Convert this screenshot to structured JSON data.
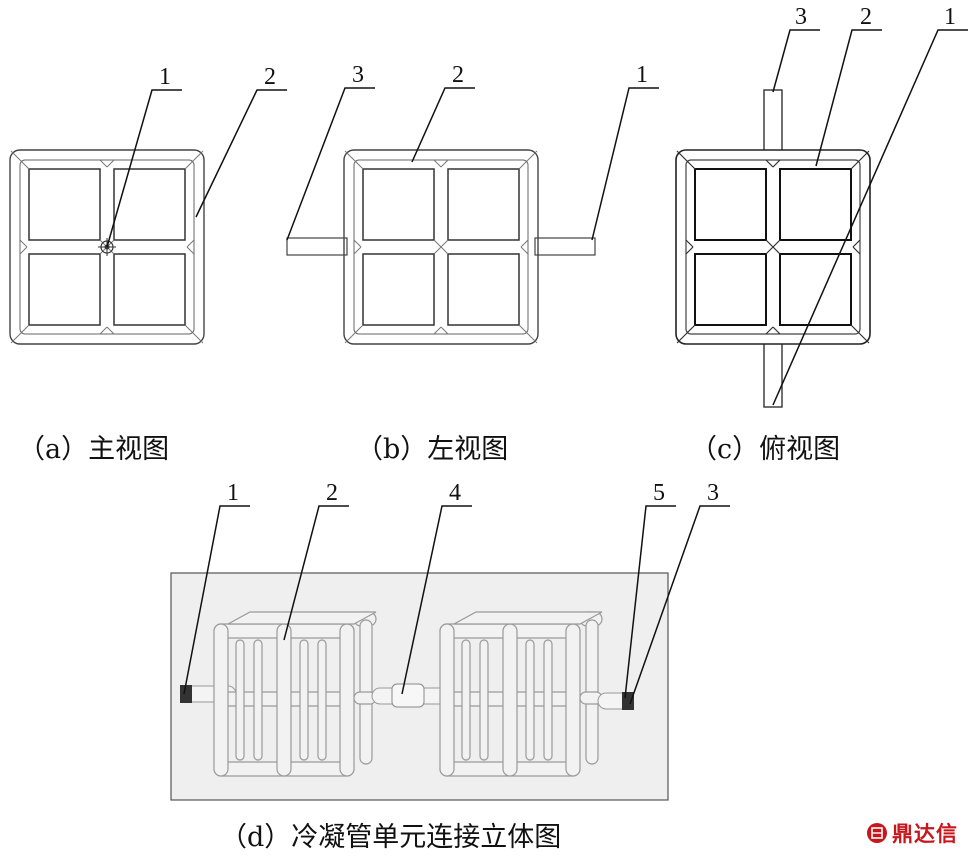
{
  "captions": {
    "a": "（a）主视图",
    "b": "（b）左视图",
    "c": "（c）俯视图",
    "d": "（d）冷凝管单元连接立体图"
  },
  "labels": {
    "a": [
      "1",
      "2"
    ],
    "b": [
      "3",
      "2",
      "1"
    ],
    "c": [
      "3",
      "2",
      "1"
    ],
    "d": [
      "1",
      "2",
      "4",
      "5",
      "3"
    ]
  },
  "watermark": {
    "text": "鼎达信",
    "color": "#c8161d"
  }
}
